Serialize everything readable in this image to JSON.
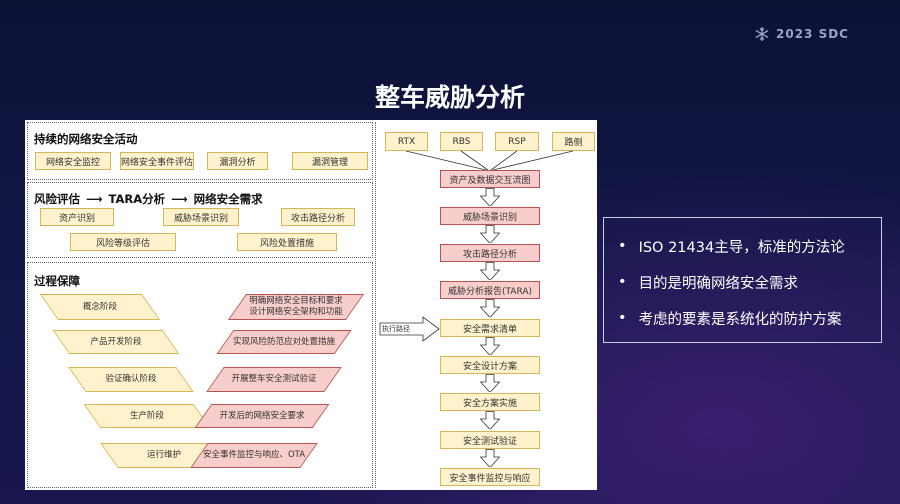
{
  "brand": {
    "logo_text": "2023 SDC"
  },
  "title": "整车威胁分析",
  "continuous": {
    "heading": "持续的网络安全活动",
    "items": [
      "网络安全监控",
      "网络安全事件评估",
      "漏洞分析",
      "漏洞管理"
    ]
  },
  "risk": {
    "heading_parts": [
      "风险评估",
      "TARA分析",
      "网络安全需求"
    ],
    "row1": [
      "资产识别",
      "威胁场景识别",
      "攻击路径分析"
    ],
    "row2": [
      "风险等级评估",
      "风险处置措施"
    ]
  },
  "process": {
    "heading": "过程保障",
    "phases": [
      "概念阶段",
      "产品开发阶段",
      "验证确认阶段",
      "生产阶段",
      "运行维护"
    ],
    "actions": [
      "明确网络安全目标和要求\n设计网络安全架构和功能",
      "实现风险防范应对处置措施",
      "开展整车安全测试验证",
      "开发后的网络安全要求",
      "安全事件监控与响应、OTA"
    ]
  },
  "flow": {
    "sources": [
      "RTX",
      "RBS",
      "RSP",
      "路侧"
    ],
    "steps_red": [
      "资产及数据交互流图",
      "威胁场景识别",
      "攻击路径分析",
      "威胁分析报告(TARA)"
    ],
    "steps_yellow": [
      "安全需求清单",
      "安全设计方案",
      "安全方案实施",
      "安全测试验证",
      "安全事件监控与响应"
    ],
    "exec_label": "执行路径"
  },
  "bullets": [
    "ISO 21434主导，标准的方法论",
    "目的是明确网络安全需求",
    "考虑的要素是系统化的防护方案"
  ]
}
